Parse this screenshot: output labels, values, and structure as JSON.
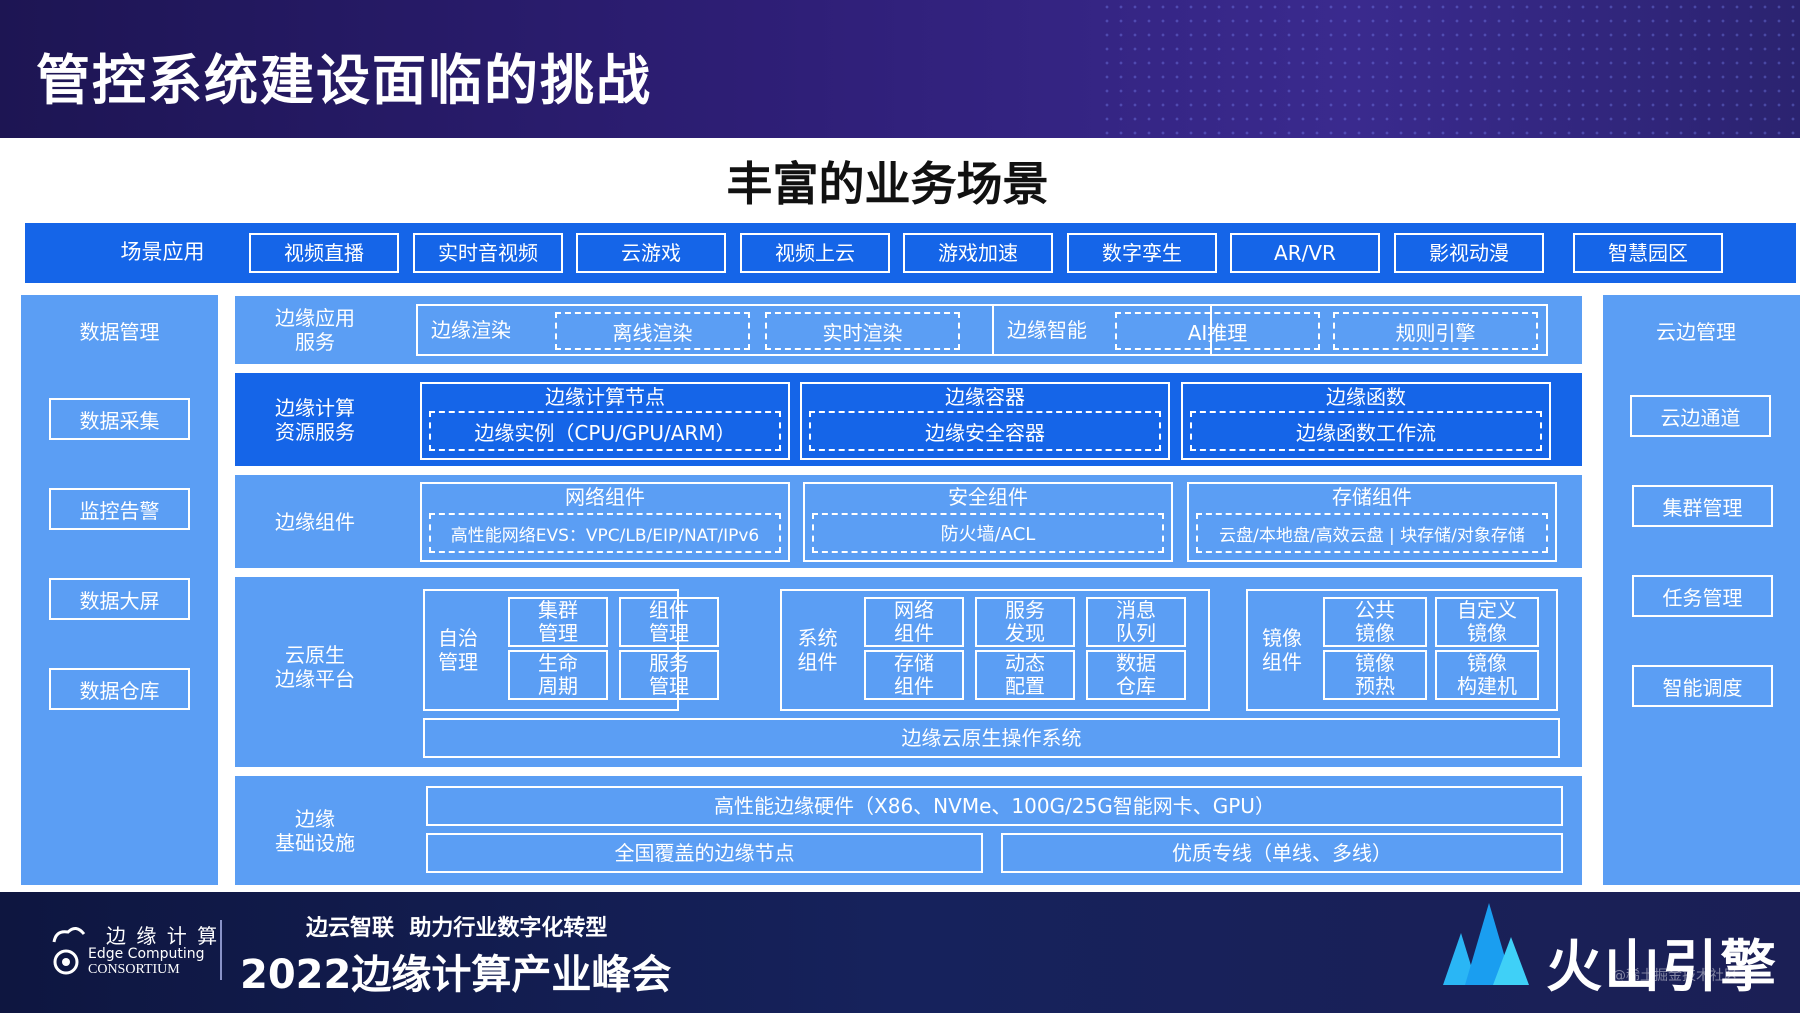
{
  "header": {
    "title": "管控系统建设面临的挑战"
  },
  "main_title": "丰富的业务场景",
  "scenario_row": {
    "label": "场景应用",
    "items": [
      "视频直播",
      "实时音视频",
      "云游戏",
      "视频上云",
      "游戏加速",
      "数字孪生",
      "AR/VR",
      "影视动漫",
      "智慧园区"
    ]
  },
  "left_panel": {
    "title": "数据管理",
    "items": [
      "数据采集",
      "监控告警",
      "数据大屏",
      "数据仓库"
    ]
  },
  "right_panel": {
    "title": "云边管理",
    "items": [
      "云边通道",
      "集群管理",
      "任务管理",
      "智能调度"
    ]
  },
  "app_service": {
    "label": "边缘应用\n服务",
    "render": {
      "title": "边缘渲染",
      "items": [
        "离线渲染",
        "实时渲染"
      ]
    },
    "intel": {
      "title": "边缘智能",
      "items": [
        "AI推理",
        "规则引擎"
      ]
    }
  },
  "compute": {
    "label": "边缘计算\n资源服务",
    "groups": [
      {
        "title": "边缘计算节点",
        "item": "边缘实例（CPU/GPU/ARM）"
      },
      {
        "title": "边缘容器",
        "item": "边缘安全容器"
      },
      {
        "title": "边缘函数",
        "item": "边缘函数工作流"
      }
    ]
  },
  "components": {
    "label": "边缘组件",
    "groups": [
      {
        "title": "网络组件",
        "item": "高性能网络EVS：VPC/LB/EIP/NAT/IPv6"
      },
      {
        "title": "安全组件",
        "item": "防火墙/ACL"
      },
      {
        "title": "存储组件",
        "item": "云盘/本地盘/高效云盘 | 块存储/对象存储"
      }
    ]
  },
  "cloud_native": {
    "label": "云原生\n边缘平台",
    "autonomy": {
      "title": "自治\n管理",
      "items": [
        "集群\n管理",
        "组件\n管理",
        "生命\n周期",
        "服务\n管理"
      ]
    },
    "system": {
      "title": "系统\n组件",
      "items": [
        "网络\n组件",
        "服务\n发现",
        "消息\n队列",
        "存储\n组件",
        "动态\n配置",
        "数据\n仓库"
      ]
    },
    "image": {
      "title": "镜像\n组件",
      "items": [
        "公共\n镜像",
        "自定义\n镜像",
        "镜像\n预热",
        "镜像\n构建机"
      ]
    },
    "os": "边缘云原生操作系统"
  },
  "infra": {
    "label": "边缘\n基础设施",
    "hardware": "高性能边缘硬件（X86、NVMe、100G/25G智能网卡、GPU）",
    "nodes": "全国覆盖的边缘节点",
    "lines": "优质专线（单线、多线）"
  },
  "footer": {
    "org_cn": "边 缘 计 算",
    "org_en1": "Edge Computing",
    "org_en2": "CONSORTIUM",
    "slogan": "边云智联  助力行业数字化转型",
    "summit": "2022边缘计算产业峰会",
    "brand": "火山引擎",
    "watermark": "@稀土掘金技术社区"
  },
  "colors": {
    "solid_blue": "#1565e8",
    "light_blue": "#5b9ef4",
    "header_purple": "#2f1f78"
  }
}
